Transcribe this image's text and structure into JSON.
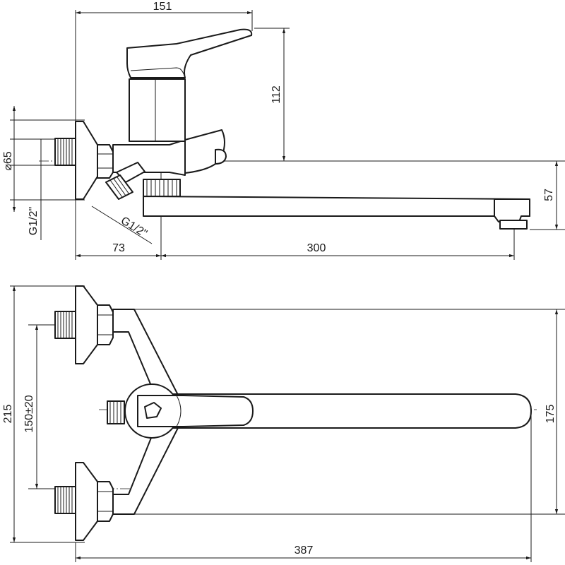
{
  "dimensions": {
    "top_width": "151",
    "handle_height": "112",
    "flange_diameter": "⌀65",
    "connection_thread": "G1/2\"",
    "inlet_thread": "G1/2\"",
    "spout_height": "57",
    "body_offset": "73",
    "spout_length": "300",
    "total_depth": "215",
    "connection_spacing": "150±20",
    "spout_span": "175",
    "total_length": "387"
  }
}
